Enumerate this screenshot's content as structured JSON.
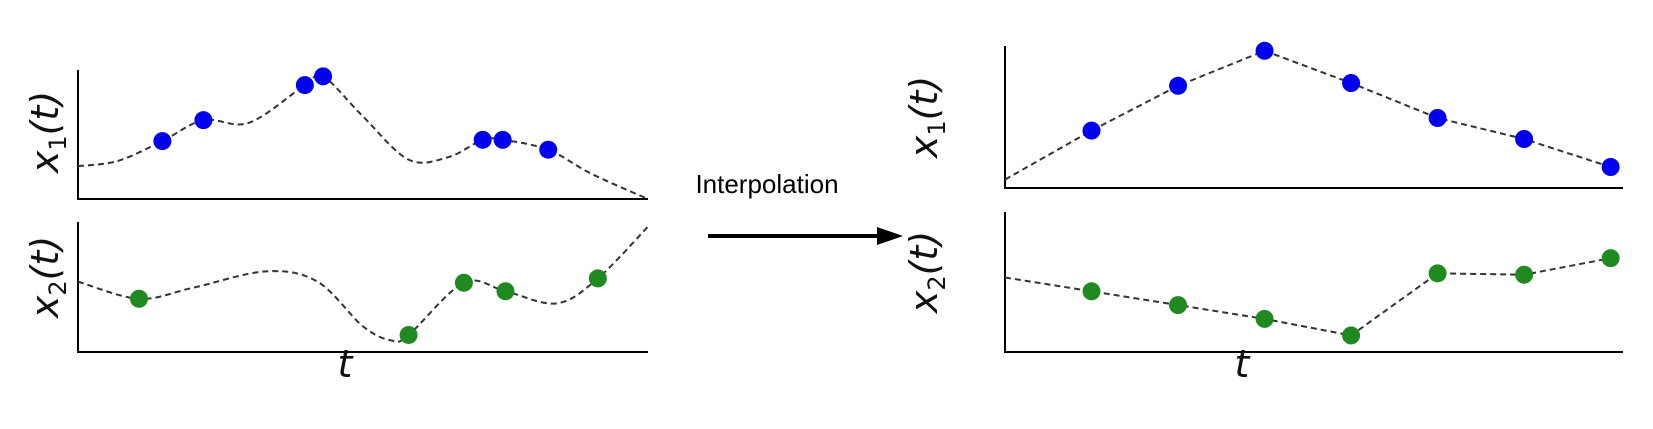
{
  "middle_label": "Interpolation",
  "ylabels": {
    "x1": {
      "base": "x",
      "sub": "1",
      "tail": "(t)"
    },
    "x2": {
      "base": "x",
      "sub": "2",
      "tail": "(t)"
    }
  },
  "xlabel": "t",
  "colors": {
    "x1": "#0000ee",
    "x2": "#1f8a1f",
    "curve": "#333333",
    "arrow": "#000000"
  },
  "chart_data": [
    {
      "type": "scatter",
      "panel": "left-top",
      "ylabel": "x1(t)",
      "series": [
        {
          "name": "x1",
          "color": "#0000ee",
          "x": [
            0.148,
            0.22,
            0.398,
            0.43,
            0.71,
            0.745,
            0.825
          ],
          "y": [
            0.456,
            0.621,
            0.897,
            0.966,
            0.466,
            0.466,
            0.388
          ]
        }
      ],
      "curve": {
        "x": [
          0,
          0.07,
          0.148,
          0.22,
          0.3,
          0.398,
          0.43,
          0.5,
          0.58,
          0.65,
          0.71,
          0.745,
          0.825,
          0.9,
          1
        ],
        "y": [
          0.259,
          0.3,
          0.456,
          0.621,
          0.6,
          0.897,
          0.966,
          0.65,
          0.31,
          0.33,
          0.466,
          0.466,
          0.388,
          0.2,
          0
        ]
      }
    },
    {
      "type": "scatter",
      "panel": "left-bottom",
      "ylabel": "x2(t)",
      "xlabel": "t",
      "series": [
        {
          "name": "x2",
          "color": "#1f8a1f",
          "x": [
            0.107,
            0.58,
            0.677,
            0.75,
            0.912
          ],
          "y": [
            0.416,
            0.133,
            0.541,
            0.475,
            0.575
          ]
        }
      ],
      "curve": {
        "x": [
          0,
          0.107,
          0.2,
          0.33,
          0.42,
          0.5,
          0.55,
          0.58,
          0.677,
          0.75,
          0.84,
          0.912,
          1
        ],
        "y": [
          0.55,
          0.416,
          0.5,
          0.63,
          0.55,
          0.2,
          0.09,
          0.133,
          0.541,
          0.475,
          0.38,
          0.575,
          0.98
        ]
      }
    },
    {
      "type": "line",
      "panel": "right-top",
      "ylabel": "x1(t)",
      "series": [
        {
          "name": "x1",
          "color": "#0000ee",
          "x": [
            0,
            0.14,
            0.28,
            0.42,
            0.56,
            0.7,
            0.84,
            0.98
          ],
          "y": [
            0.06,
            0.41,
            0.73,
            0.98,
            0.75,
            0.5,
            0.35,
            0.15
          ]
        }
      ]
    },
    {
      "type": "line",
      "panel": "right-bottom",
      "ylabel": "x2(t)",
      "xlabel": "t",
      "series": [
        {
          "name": "x2",
          "color": "#1f8a1f",
          "x": [
            0,
            0.14,
            0.28,
            0.42,
            0.56,
            0.7,
            0.84,
            0.98
          ],
          "y": [
            0.54,
            0.44,
            0.34,
            0.24,
            0.12,
            0.57,
            0.56,
            0.68
          ]
        }
      ]
    }
  ]
}
